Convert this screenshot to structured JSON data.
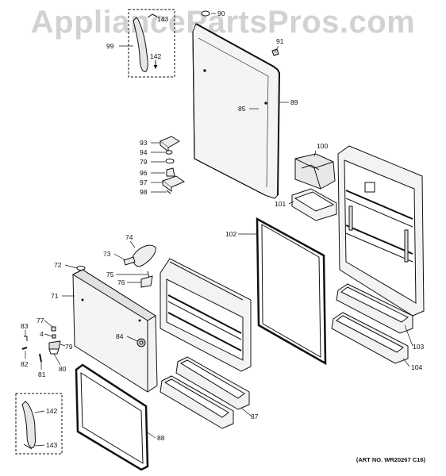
{
  "watermark": "AppliancePartsPros.com",
  "art_number": "(ART NO. WR20267 C16)",
  "callouts": {
    "l90": "90",
    "l91": "91",
    "l99": "99",
    "l143a": "143",
    "l142a": "142",
    "l89": "89",
    "l85": "85",
    "l93": "93",
    "l94": "94",
    "l79a": "79",
    "l96": "96",
    "l97": "97",
    "l98": "98",
    "l100": "100",
    "l101": "101",
    "l102": "102",
    "l74": "74",
    "l73": "73",
    "l72": "72",
    "l75": "75",
    "l76": "76",
    "l71": "71",
    "l77": "77",
    "l83": "83",
    "l4": "4",
    "l79b": "79",
    "l82": "82",
    "l81": "81",
    "l80": "80",
    "l84": "84",
    "l103": "103",
    "l104": "104",
    "l87": "87",
    "l142b": "142",
    "l143b": "143",
    "l88": "88"
  }
}
